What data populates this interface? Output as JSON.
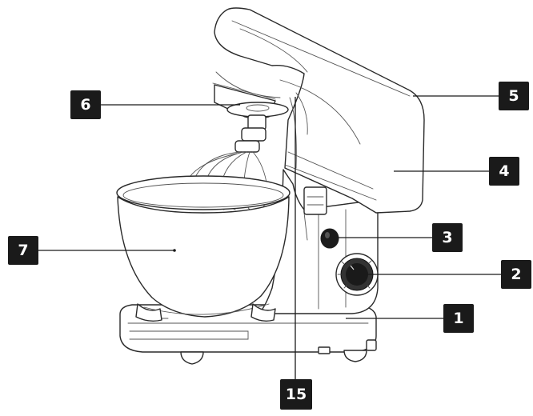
{
  "diagram": {
    "callouts": [
      {
        "id": "c1",
        "label": "1"
      },
      {
        "id": "c2",
        "label": "2"
      },
      {
        "id": "c3",
        "label": "3"
      },
      {
        "id": "c4",
        "label": "4"
      },
      {
        "id": "c5",
        "label": "5"
      },
      {
        "id": "c6",
        "label": "6"
      },
      {
        "id": "c7",
        "label": "7"
      },
      {
        "id": "c15",
        "label": "15"
      }
    ]
  },
  "colors": {
    "callout_fill": "#1a1a1a",
    "callout_text": "#ffffff",
    "line_art": "#2a2a2a"
  }
}
